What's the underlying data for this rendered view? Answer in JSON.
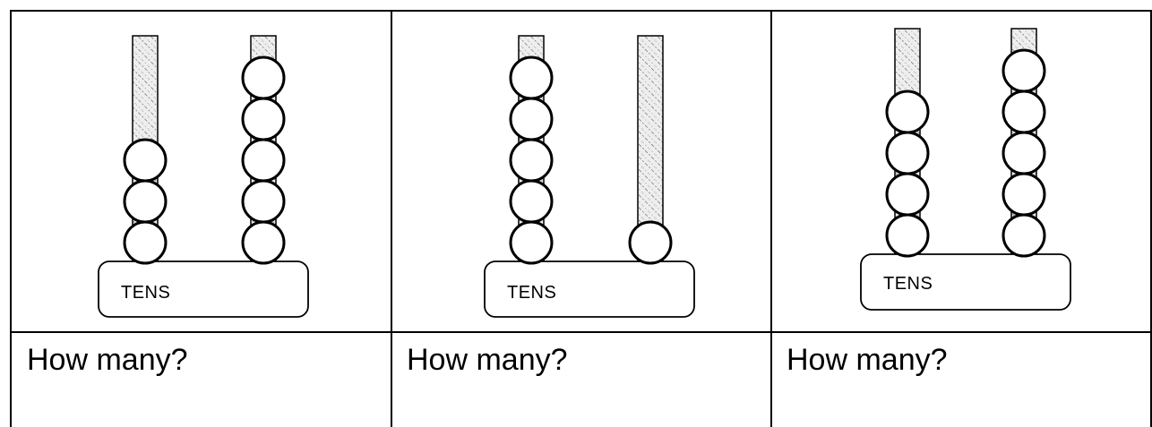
{
  "worksheet": {
    "panels": [
      {
        "base_label": "TENS",
        "question": "How many?",
        "rods": [
          {
            "beads": 3
          },
          {
            "beads": 5
          }
        ]
      },
      {
        "base_label": "TENS",
        "question": "How many?",
        "rods": [
          {
            "beads": 5
          },
          {
            "beads": 1
          }
        ]
      },
      {
        "base_label": "TENS",
        "question": "How many?",
        "rods": [
          {
            "beads": 4
          },
          {
            "beads": 5
          }
        ]
      }
    ]
  },
  "colors": {
    "line": "#000000",
    "rod_fill": "#e6e6e6",
    "background": "#ffffff"
  }
}
